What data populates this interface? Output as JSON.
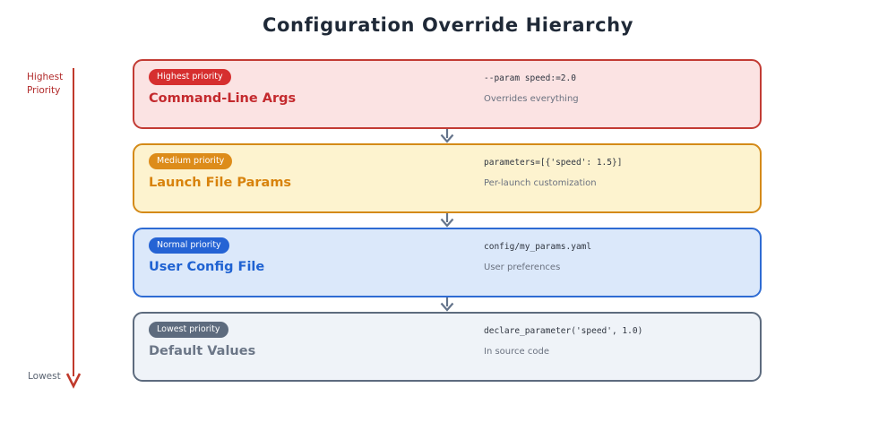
{
  "title": "Configuration Override Hierarchy",
  "axis": {
    "top_label_line1": "Highest",
    "top_label_line2": "Priority",
    "bottom_label": "Lowest",
    "line_color": "#c0392b"
  },
  "connector": {
    "color": "#64748b"
  },
  "levels": [
    {
      "badge": "Highest priority",
      "title": "Command-Line Args",
      "code": "--param speed:=2.0",
      "description": "Overrides everything",
      "colors": {
        "background": "#fbe3e3",
        "border": "#c23b34",
        "badge_bg": "#d62f2f",
        "title": "#c42a2e"
      }
    },
    {
      "badge": "Medium priority",
      "title": "Launch File Params",
      "code": "parameters=[{'speed': 1.5}]",
      "description": "Per-launch customization",
      "colors": {
        "background": "#fdf3cf",
        "border": "#d48a18",
        "badge_bg": "#dd8c1a",
        "title": "#d8830d"
      }
    },
    {
      "badge": "Normal priority",
      "title": "User Config File",
      "code": "config/my_params.yaml",
      "description": "User preferences",
      "colors": {
        "background": "#dbe8fa",
        "border": "#2e6bd3",
        "badge_bg": "#2563d4",
        "title": "#1f62d2"
      }
    },
    {
      "badge": "Lowest priority",
      "title": "Default Values",
      "code": "declare_parameter('speed', 1.0)",
      "description": "In source code",
      "colors": {
        "background": "#eff3f8",
        "border": "#5d6b7e",
        "badge_bg": "#5d6b7e",
        "title": "#6b7687"
      }
    }
  ]
}
